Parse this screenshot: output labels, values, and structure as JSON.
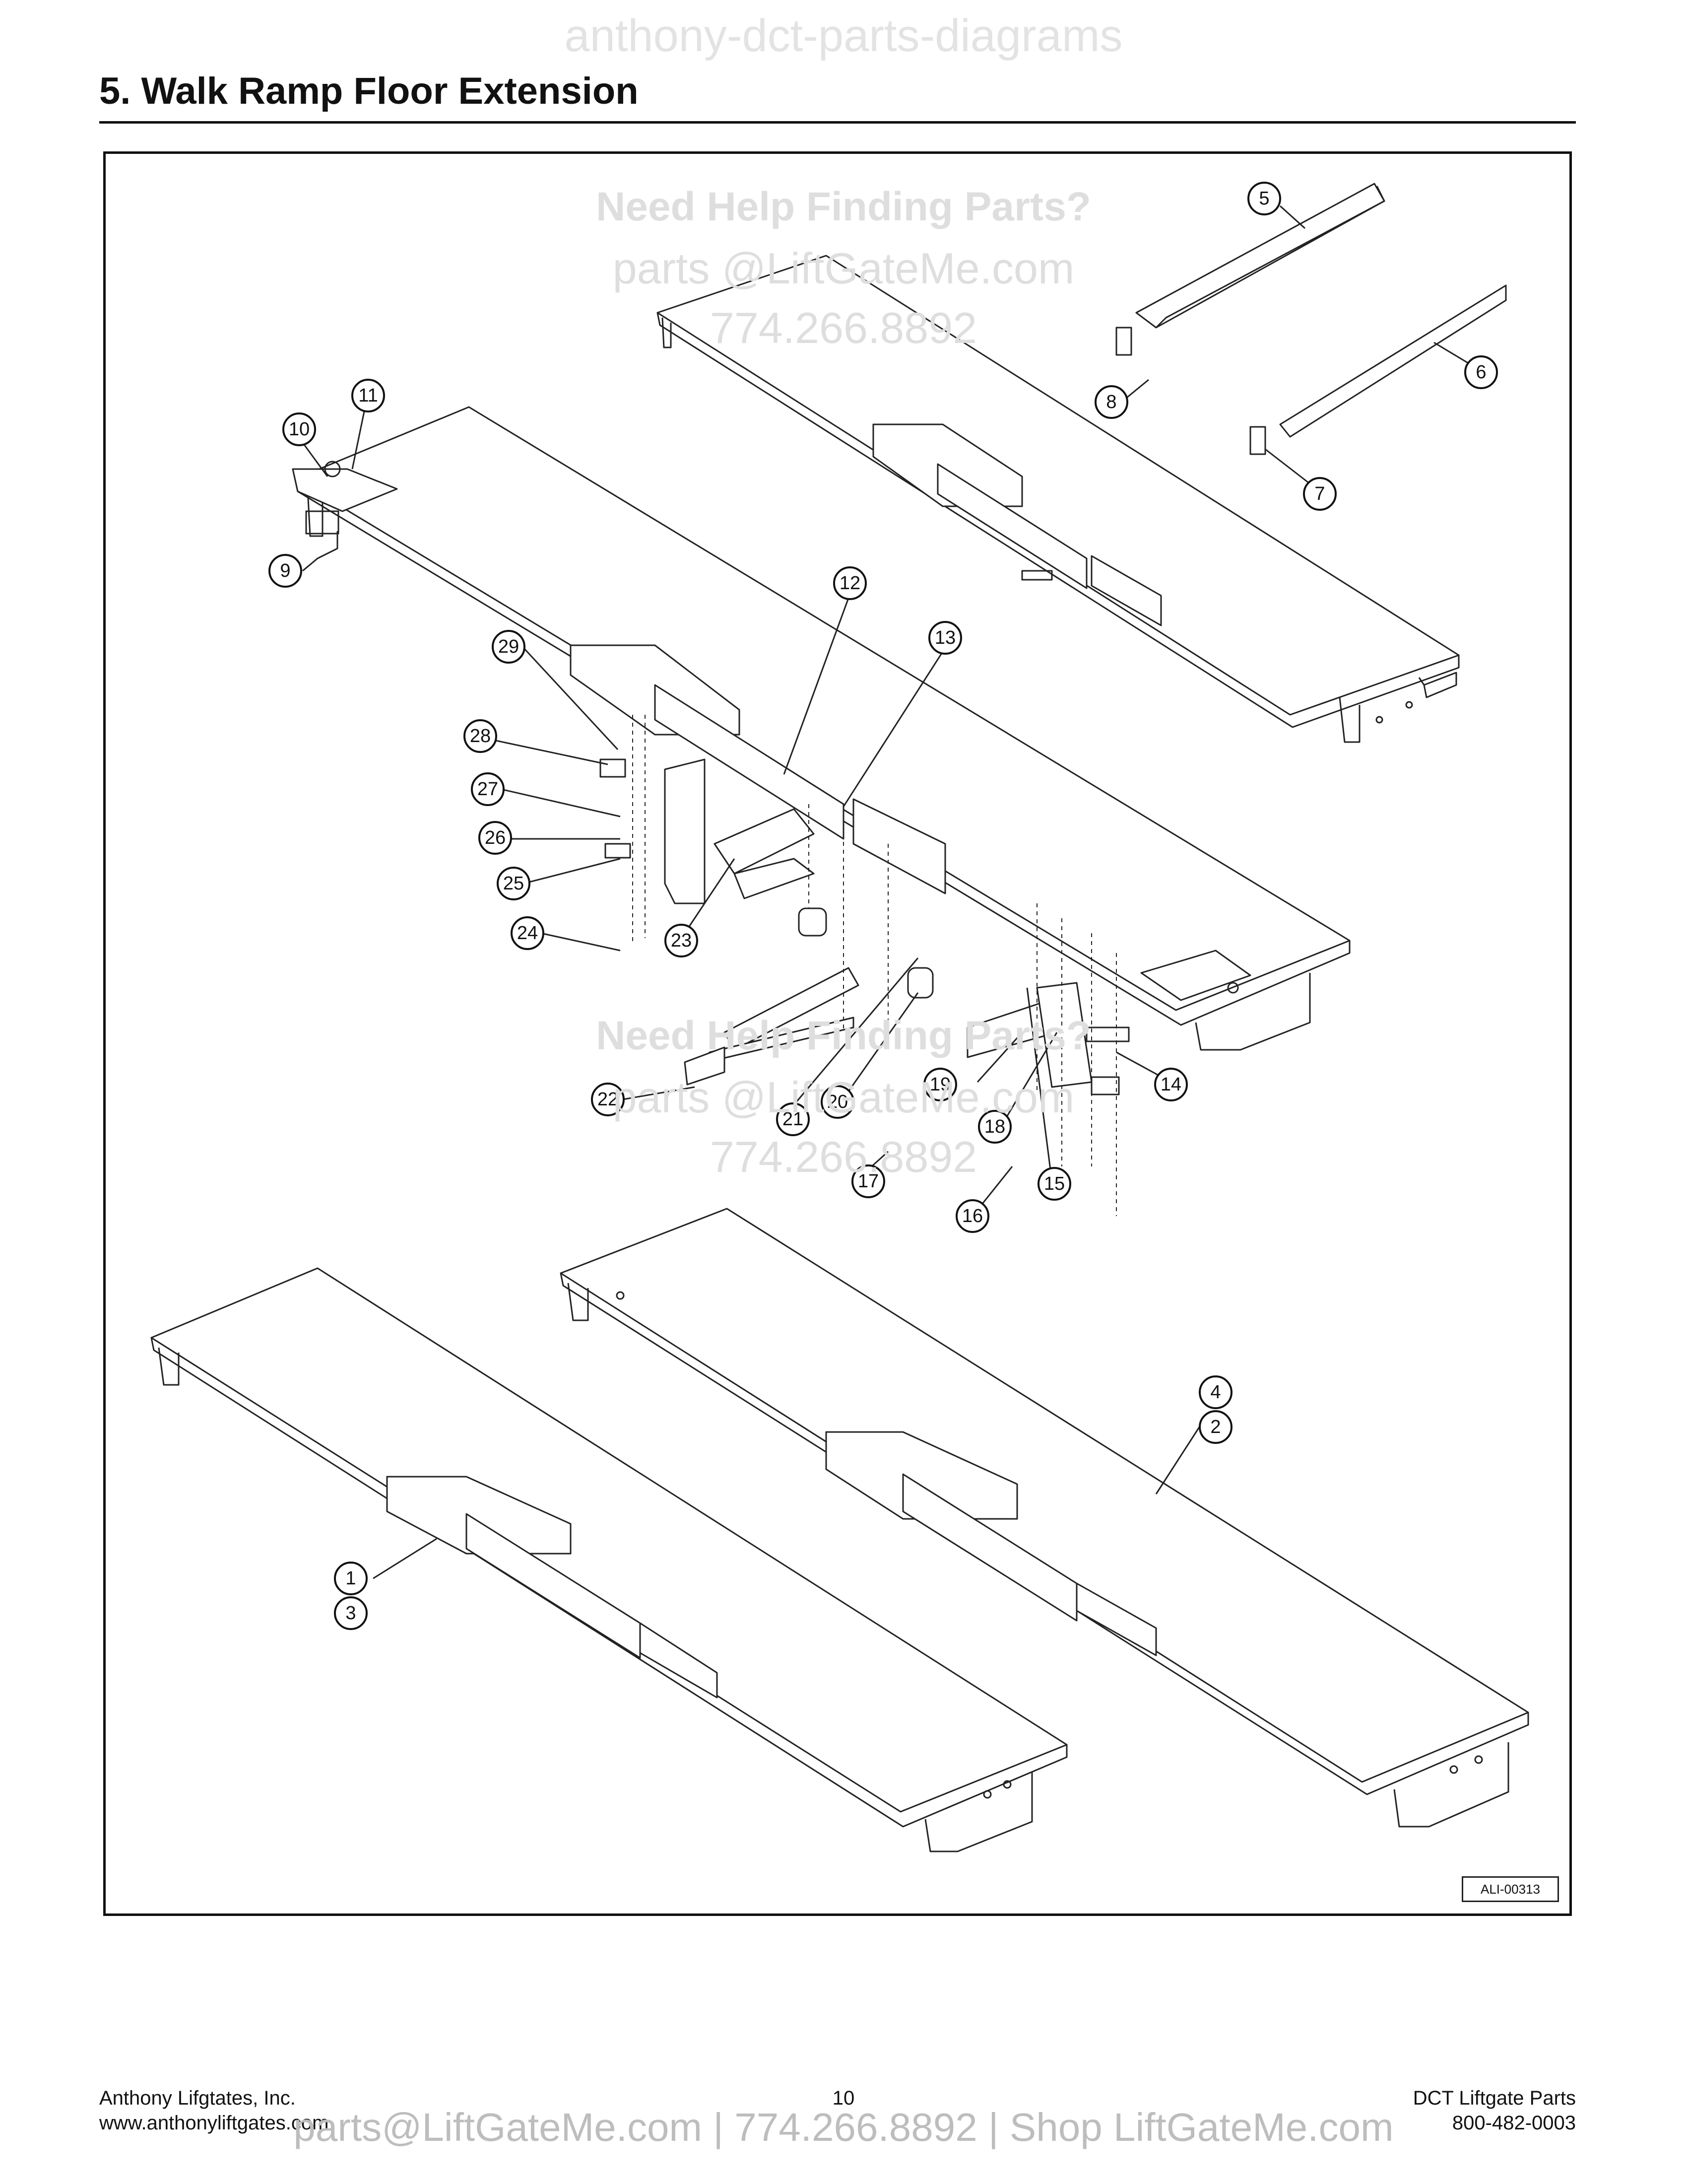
{
  "watermark_top": "anthony-dct-parts-diagrams",
  "section_title": "5.  Walk Ramp Floor Extension",
  "watermarks": {
    "help": "Need Help Finding Parts?",
    "email": "parts @LiftGateMe.com",
    "phone": "774.266.8892"
  },
  "diagram_ref": "ALI-00313",
  "callouts": [
    "1",
    "2",
    "3",
    "4",
    "5",
    "6",
    "7",
    "8",
    "9",
    "10",
    "11",
    "12",
    "13",
    "14",
    "15",
    "16",
    "17",
    "18",
    "19",
    "20",
    "21",
    "22",
    "23",
    "24",
    "25",
    "26",
    "27",
    "28",
    "29"
  ],
  "footer": {
    "company": "Anthony Lifgtates, Inc.",
    "website": "www.anthonyliftgates.com",
    "page": "10",
    "doc": "DCT Liftgate Parts",
    "phone": "800-482-0003",
    "bar": "parts@LiftGateMe.com | 774.266.8892 | Shop LiftGateMe.com"
  }
}
